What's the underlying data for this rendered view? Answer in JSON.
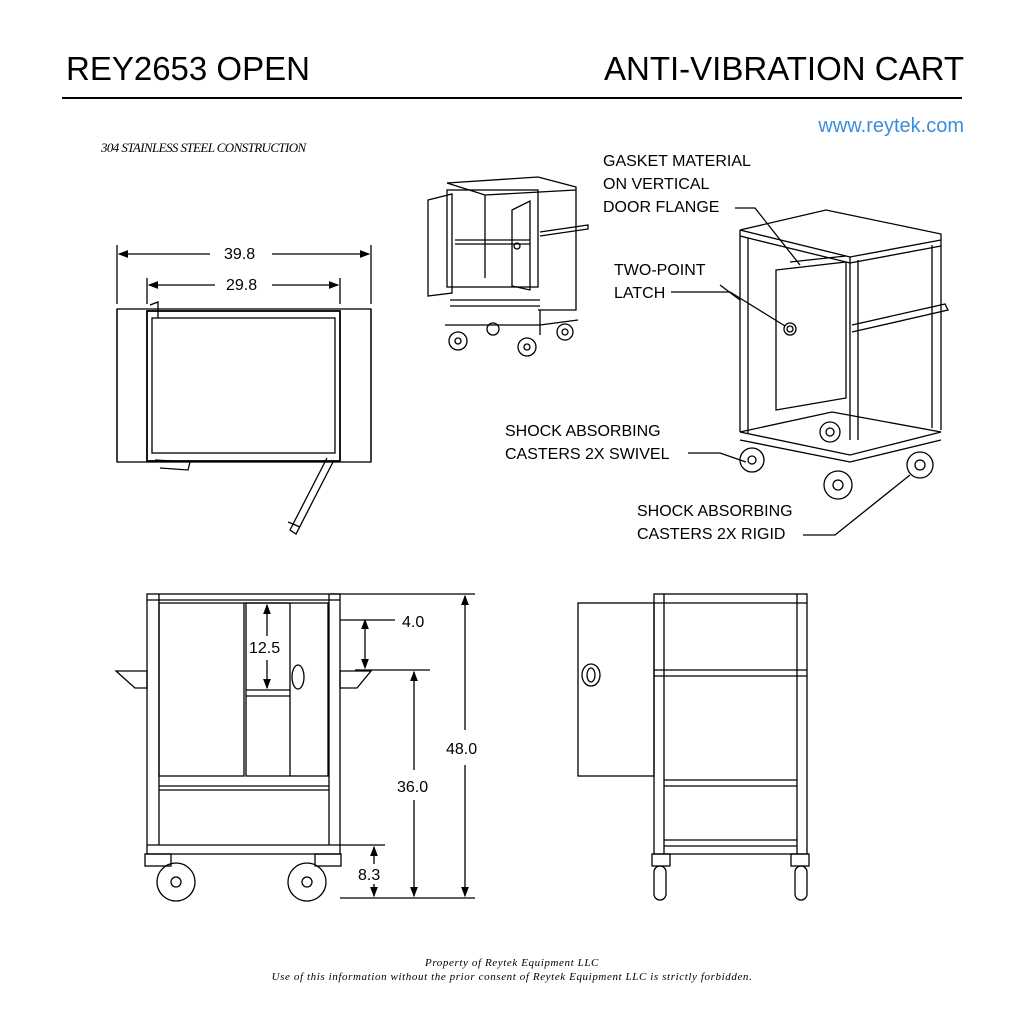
{
  "header": {
    "model": "REY2653 OPEN",
    "product": "ANTI-VIBRATION CART",
    "website": "www.reytek.com"
  },
  "material_note": "304 STAINLESS STEEL CONSTRUCTION",
  "callouts": {
    "gasket": "GASKET MATERIAL\nON VERTICAL\nDOOR FLANGE",
    "latch": "TWO-POINT\nLATCH",
    "swivel": "SHOCK ABSORBING\nCASTERS 2X SWIVEL",
    "rigid": "SHOCK ABSORBING\nCASTERS 2X RIGID"
  },
  "dimensions": {
    "overall_width": "39.8",
    "body_width": "29.8",
    "handle_depth": "4.0",
    "shelf_height": "12.5",
    "top_height": "36.0",
    "overall_height": "48.0",
    "caster_height": "8.3"
  },
  "footer": {
    "line1": "Property of Reytek Equipment LLC",
    "line2": "Use of this information without the prior consent of Reytek Equipment LLC is strictly forbidden."
  }
}
